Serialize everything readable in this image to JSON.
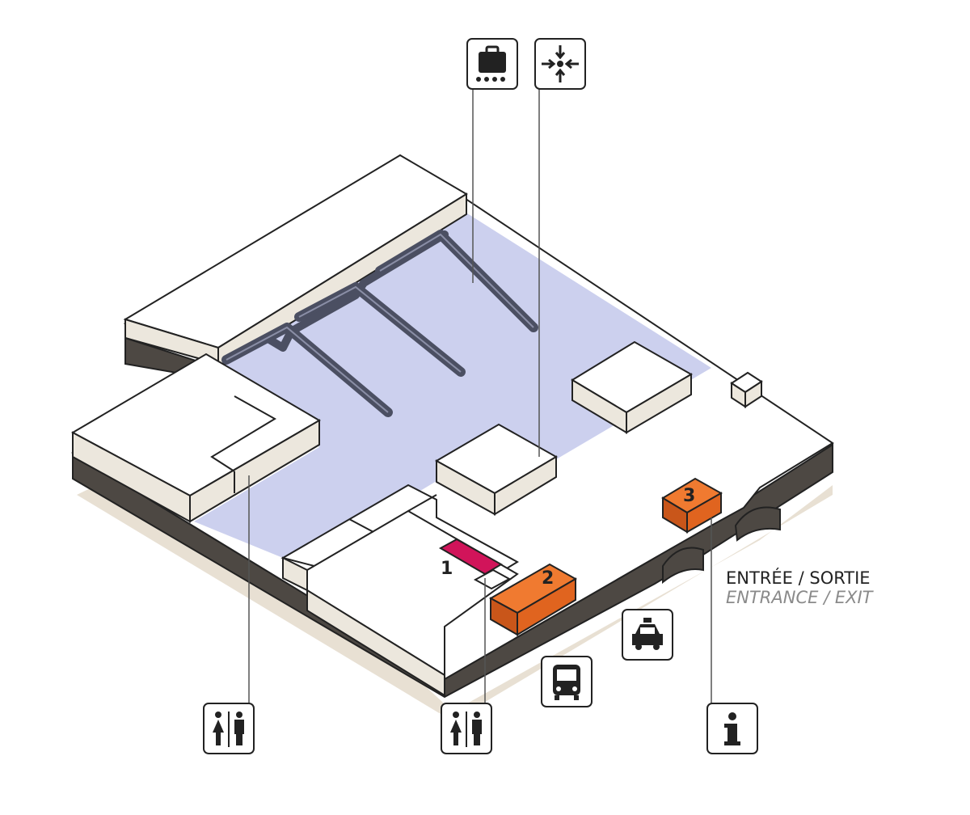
{
  "labels": {
    "entrance_fr": "ENTRÉE / SORTIE",
    "entrance_en": "ENTRANCE / EXIT"
  },
  "markers": {
    "m1": "1",
    "m2": "2",
    "m3": "3"
  },
  "icons": {
    "baggage": "baggage-claim-icon",
    "meeting": "meeting-point-icon",
    "toilets": "toilets-icon",
    "bus": "bus-icon",
    "taxi": "taxi-icon",
    "info": "information-icon"
  },
  "colors": {
    "floor_blue": "#ccd0ee",
    "block_top": "#ffffff",
    "block_side": "#ece7dd",
    "base_dark": "#4d4843",
    "shadow": "#e8e0d3",
    "orange": "#ea6a1f",
    "magenta": "#d1145a",
    "carousel": "#4b4f62"
  }
}
